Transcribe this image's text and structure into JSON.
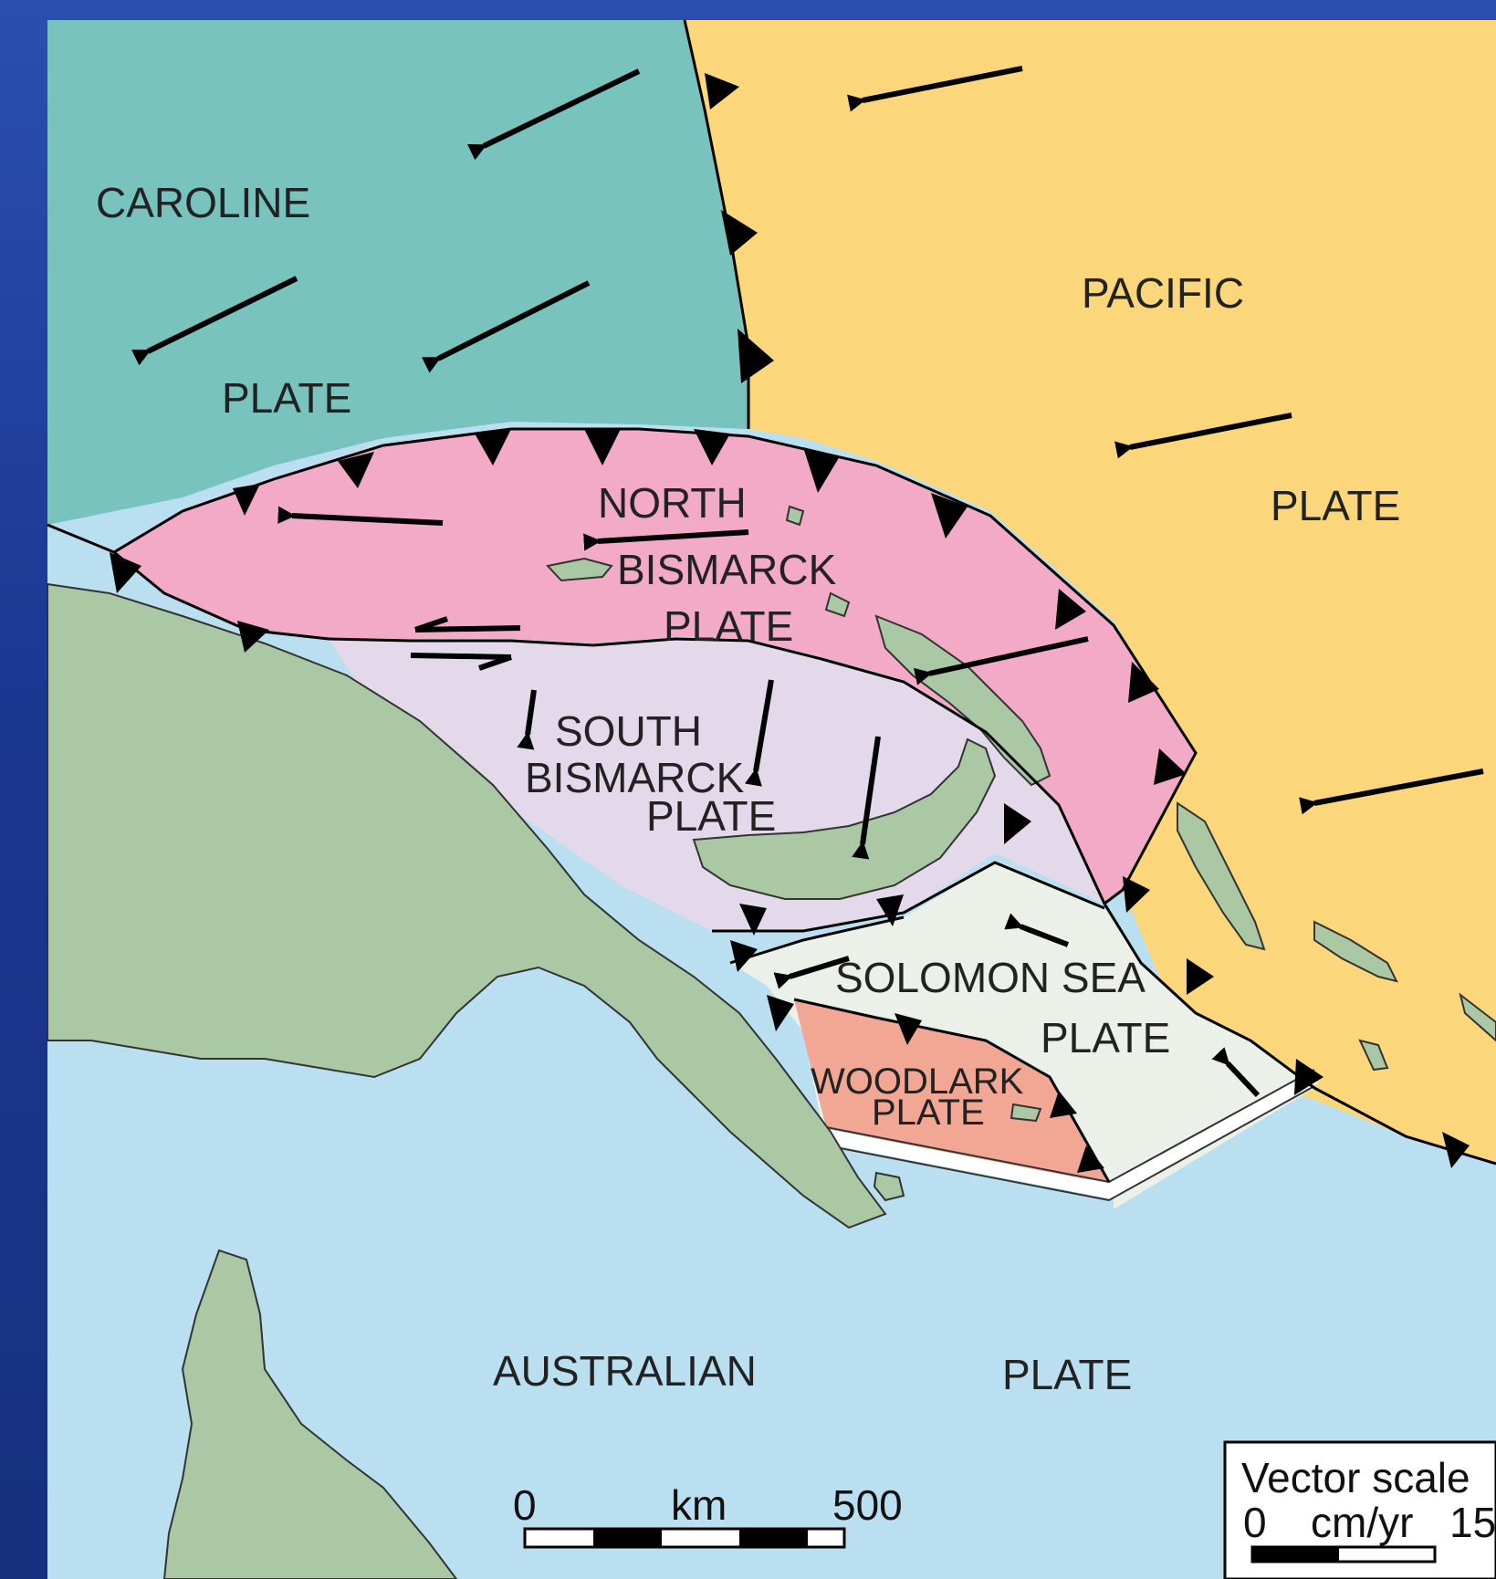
{
  "labels": {
    "caroline_1": "CAROLINE",
    "caroline_2": "PLATE",
    "pacific_1": "PACIFIC",
    "pacific_2": "PLATE",
    "north_bismarck_1": "NORTH",
    "north_bismarck_2": "BISMARCK",
    "north_bismarck_3": "PLATE",
    "south_bismarck_1": "SOUTH",
    "south_bismarck_2": "BISMARCK",
    "south_bismarck_3": "PLATE",
    "solomon_1": "SOLOMON SEA",
    "solomon_2": "PLATE",
    "woodlark_1": "WOODLARK",
    "woodlark_2": "PLATE",
    "australian_1": "AUSTRALIAN",
    "australian_2": "PLATE"
  },
  "distance_scale": {
    "start": "0",
    "unit": "km",
    "end": "500"
  },
  "vector_scale": {
    "title": "Vector scale",
    "start": "0",
    "unit": "cm/yr",
    "end": "15"
  },
  "colors": {
    "caroline": "#79c3bf",
    "pacific": "#fbd67a",
    "north_bismarck": "#f3aac6",
    "south_bismarck": "#e4d9ea",
    "solomon": "#ebf1e8",
    "woodlark": "#f2a795",
    "australian": "#b9dff1",
    "land": "#a9c8a3"
  }
}
